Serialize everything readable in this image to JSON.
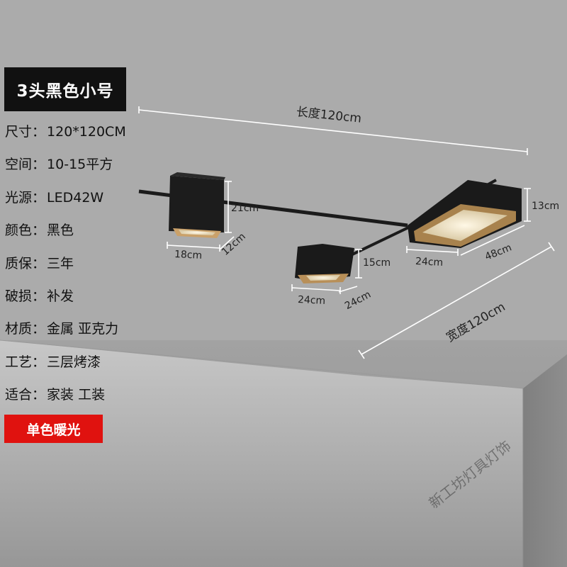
{
  "title": "3头黑色小号",
  "specs": [
    {
      "label": "尺寸",
      "value": "120*120CM"
    },
    {
      "label": "空间",
      "value": "10-15平方"
    },
    {
      "label": "光源",
      "value": "LED42W"
    },
    {
      "label": "颜色",
      "value": "黑色"
    },
    {
      "label": "质保",
      "value": "三年"
    },
    {
      "label": "破损",
      "value": "补发"
    },
    {
      "label": "材质",
      "value": "金属 亚克力"
    },
    {
      "label": "工艺",
      "value": "三层烤漆"
    },
    {
      "label": "适合",
      "value": "家装 工装"
    }
  ],
  "light_color_badge": "单色暖光",
  "dimensions": {
    "length": "长度120cm",
    "width": "宽度120cm",
    "lamp1_height": "21cm",
    "lamp1_width": "18cm",
    "lamp1_depth": "12cm",
    "lamp2_height": "15cm",
    "lamp2_width": "24cm",
    "lamp2_depth": "24cm",
    "lamp3_height": "13cm",
    "lamp3_width": "24cm",
    "lamp3_length": "48cm"
  },
  "watermark": "新工坊灯具灯饰",
  "colors": {
    "title_bg": "#111111",
    "badge_red": "#e0120f",
    "lamp_black": "#1b1b1b",
    "warm_light": "#f3e6c8"
  }
}
